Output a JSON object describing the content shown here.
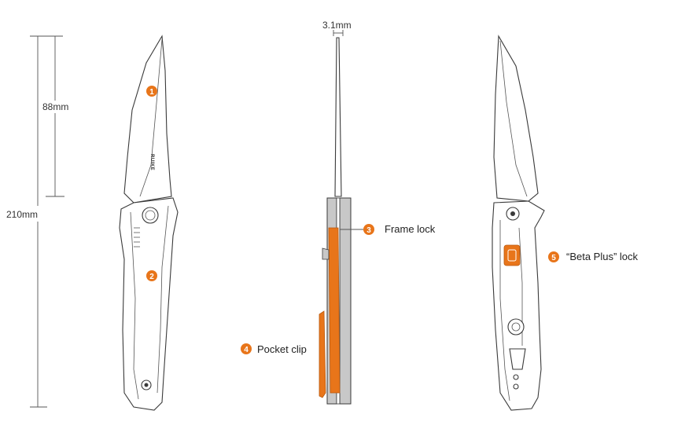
{
  "dimensions": {
    "blade_length": "88mm",
    "overall_length": "210mm",
    "blade_thickness": "3.1mm"
  },
  "brand": "RUIKE",
  "colors": {
    "accent": "#e8751a",
    "outline": "#3a3a3a",
    "gray_fill": "#c8c8c8"
  },
  "callouts": [
    {
      "num": "1",
      "label": ""
    },
    {
      "num": "2",
      "label": ""
    },
    {
      "num": "3",
      "label": "Frame lock"
    },
    {
      "num": "4",
      "label": "Pocket clip"
    },
    {
      "num": "5",
      "label": "“Beta Plus” lock"
    }
  ]
}
